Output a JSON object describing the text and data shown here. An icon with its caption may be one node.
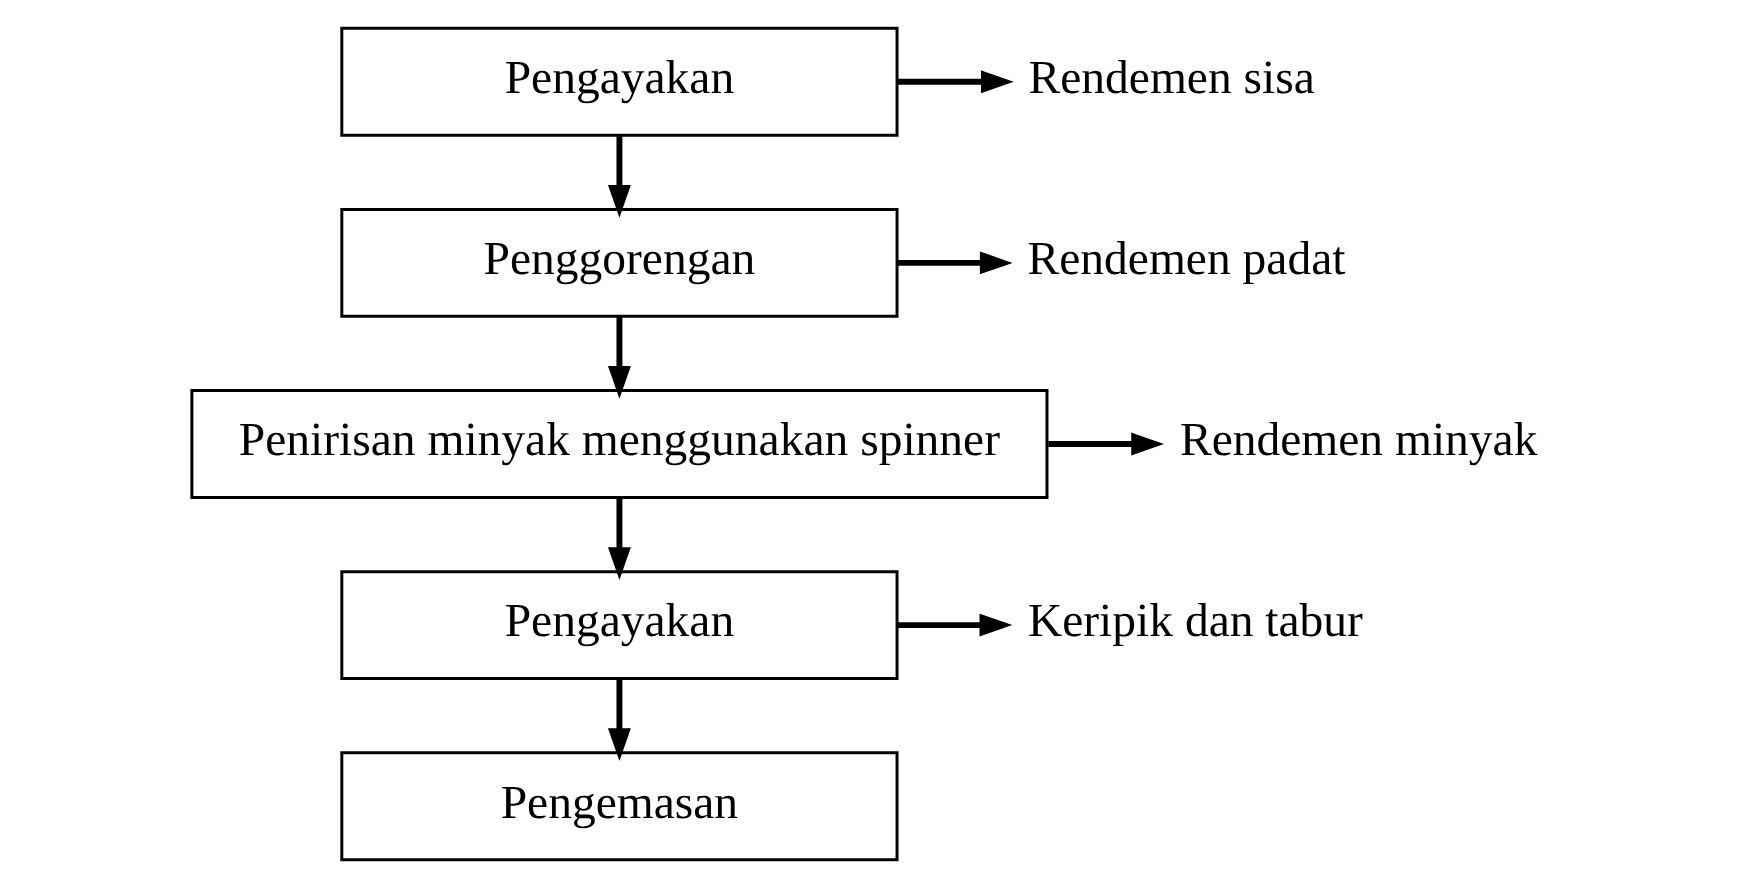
{
  "diagram": {
    "nodes": [
      {
        "text": [
          "Pengayakan"
        ]
      },
      {
        "text": [
          "Penggorengan"
        ]
      },
      {
        "text": [
          "Penirisan minyak menggunakan spinner"
        ]
      },
      {
        "text": [
          "Pengayakan"
        ]
      },
      {
        "text": [
          "Pengemasan"
        ]
      },
      {
        "text": [
          "Rendemen sisa"
        ]
      },
      {
        "text": [
          "Rendemen padat"
        ]
      },
      {
        "text": [
          "Rendemen minyak"
        ]
      },
      {
        "text": [
          "Keripik dan tabur"
        ]
      }
    ],
    "edges": [
      {
        "from": 0,
        "to": 1,
        "arrow": "to"
      },
      {
        "from": 1,
        "to": 2,
        "arrow": "to"
      },
      {
        "from": 2,
        "to": 3,
        "arrow": "to"
      },
      {
        "from": 3,
        "to": 4,
        "arrow": "to"
      },
      {
        "from": 0,
        "to": 5,
        "arrow": "to"
      },
      {
        "from": 1,
        "to": 6,
        "arrow": "to"
      },
      {
        "from": 2,
        "to": 7,
        "arrow": "to"
      },
      {
        "from": 3,
        "to": 8,
        "arrow": "to"
      }
    ]
  }
}
